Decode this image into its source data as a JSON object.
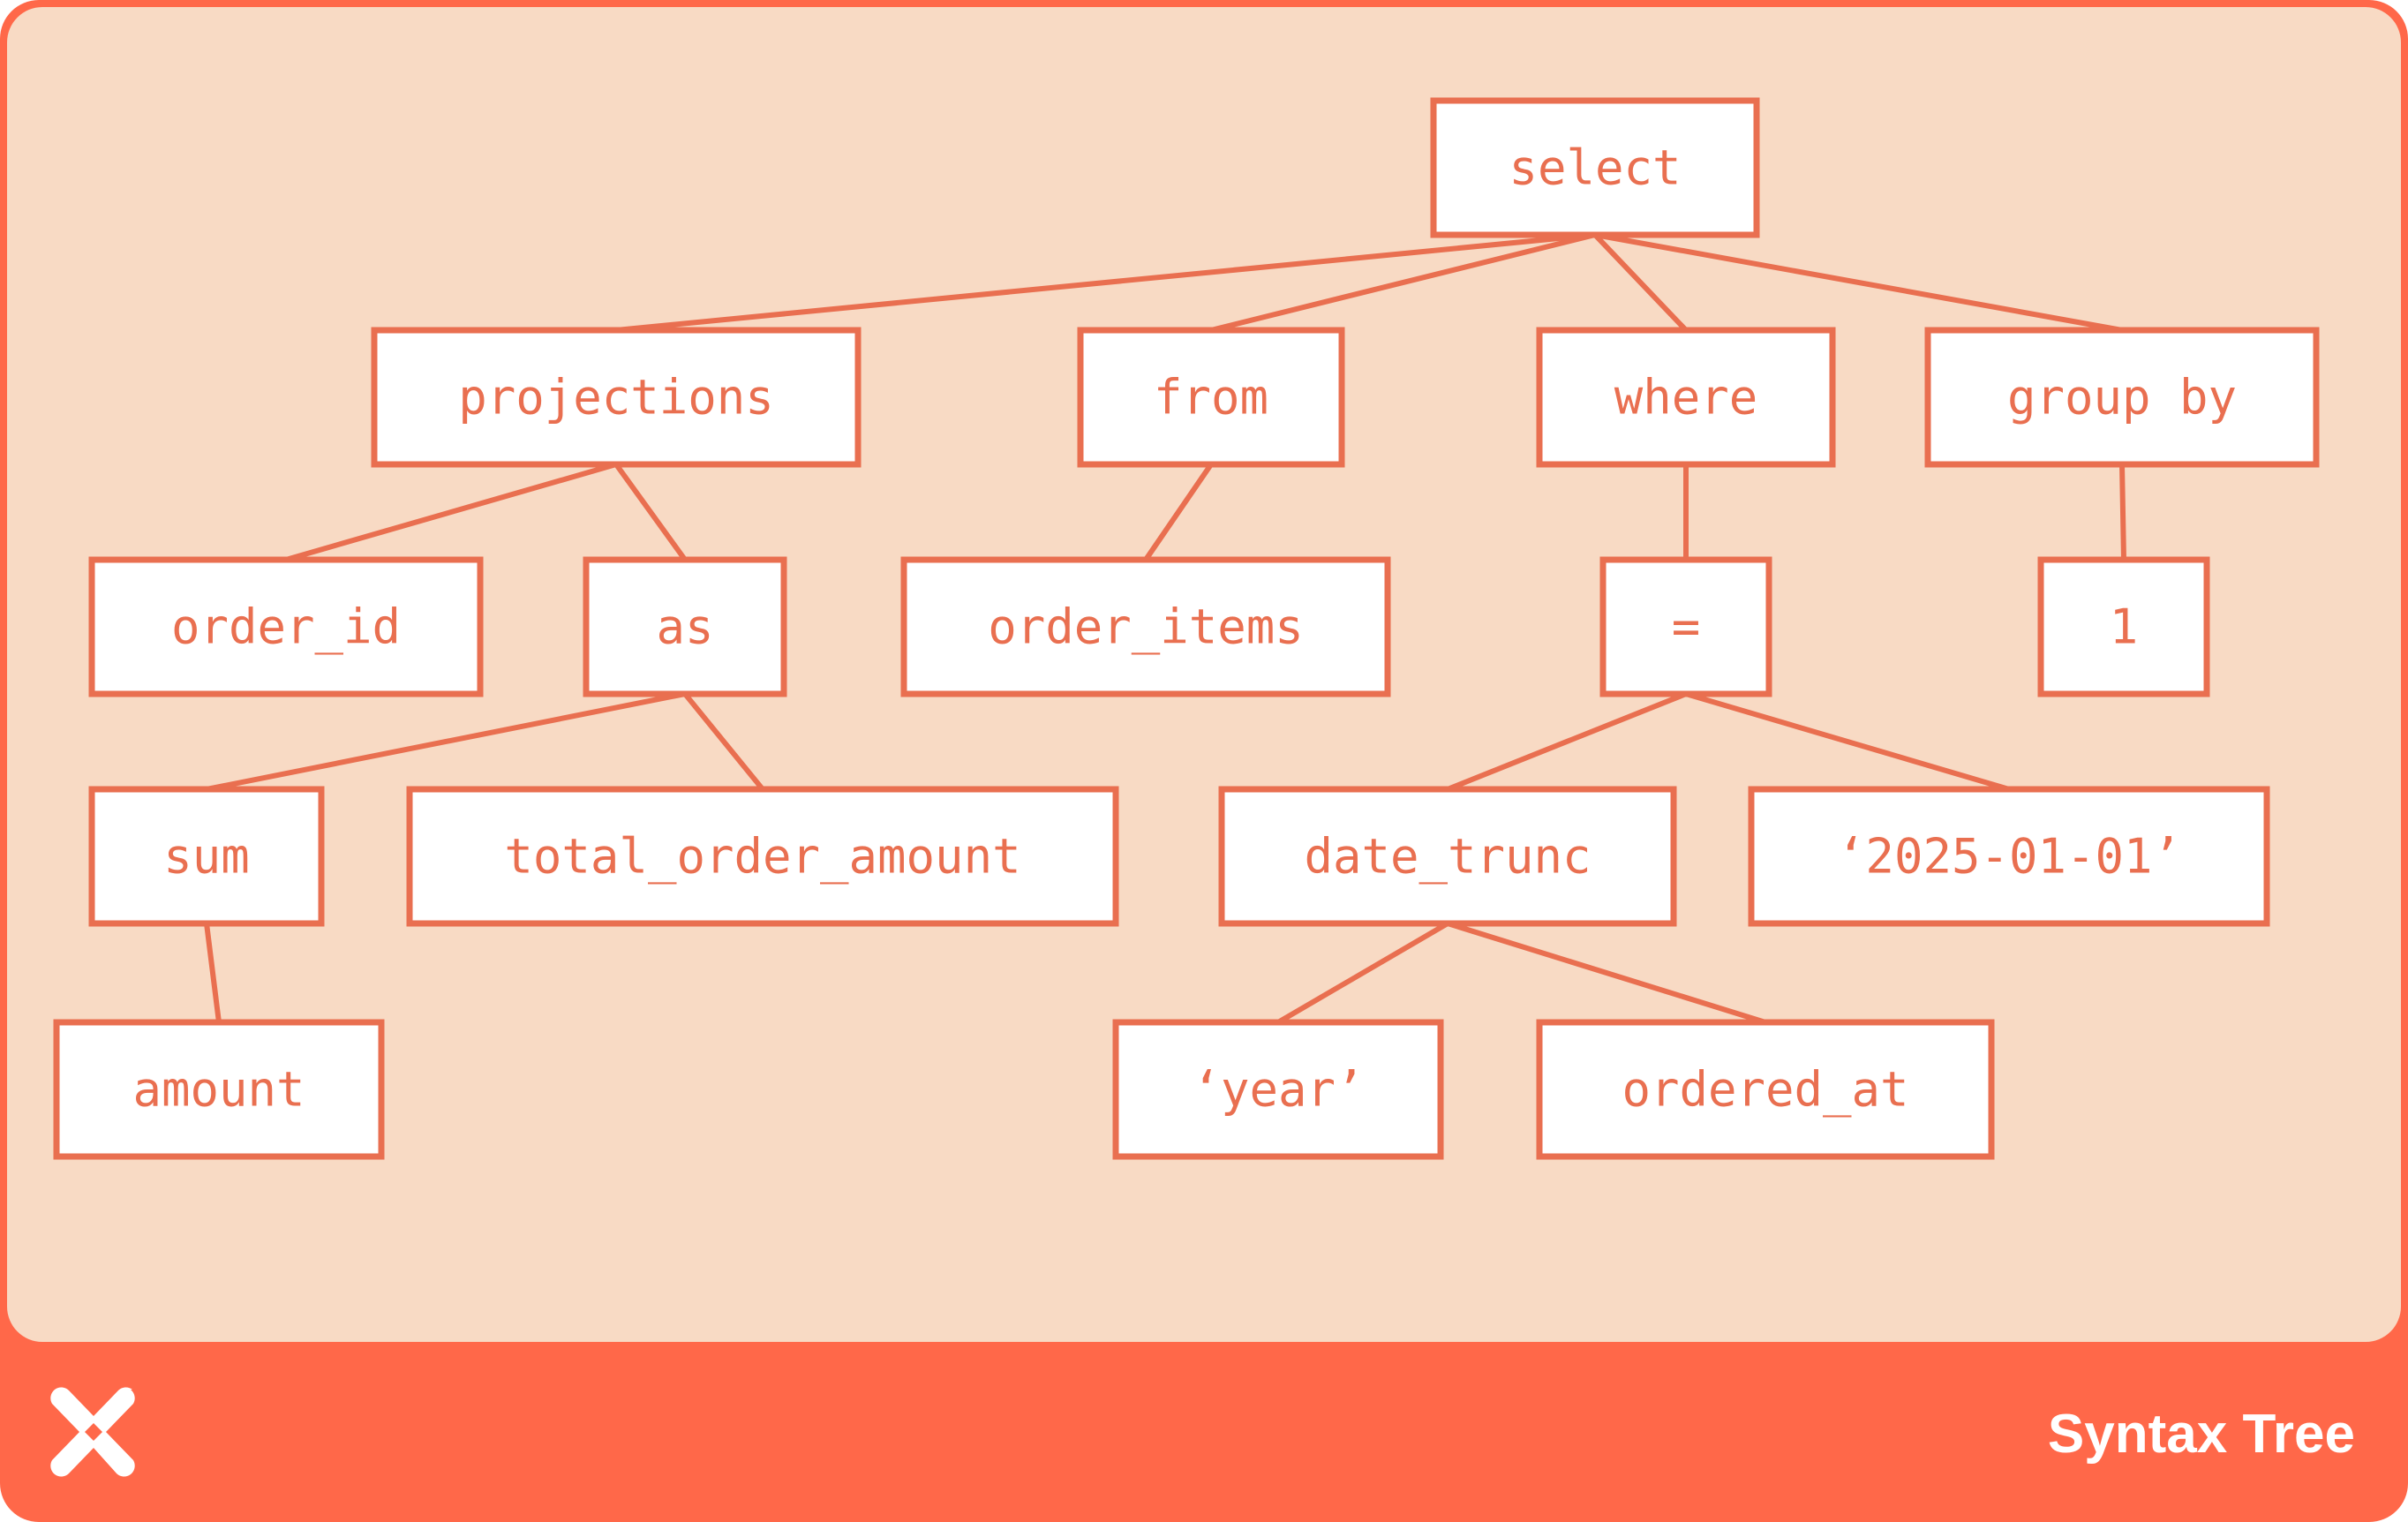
{
  "footer": {
    "title": "Syntax Tree",
    "logo_icon": "dbt-logo-icon"
  },
  "colors": {
    "accent": "#ff6849",
    "panel": "#f8dac4",
    "stroke": "#e96f50",
    "node_fill": "#ffffff"
  },
  "tree": {
    "nodes": [
      {
        "id": "select",
        "label": "select"
      },
      {
        "id": "projections",
        "label": "projections"
      },
      {
        "id": "from",
        "label": "from"
      },
      {
        "id": "where",
        "label": "where"
      },
      {
        "id": "group_by",
        "label": "group by"
      },
      {
        "id": "order_id",
        "label": "order_id"
      },
      {
        "id": "as",
        "label": "as"
      },
      {
        "id": "order_items",
        "label": "order_items"
      },
      {
        "id": "eq",
        "label": "="
      },
      {
        "id": "one",
        "label": "1"
      },
      {
        "id": "sum",
        "label": "sum"
      },
      {
        "id": "total_order_amount",
        "label": "total_order_amount"
      },
      {
        "id": "date_trunc",
        "label": "date_trunc"
      },
      {
        "id": "date_literal",
        "label": "‘2025-01-01’"
      },
      {
        "id": "amount",
        "label": "amount"
      },
      {
        "id": "year",
        "label": "‘year’"
      },
      {
        "id": "ordered_at",
        "label": "ordered_at"
      }
    ],
    "edges": [
      [
        "select",
        "projections"
      ],
      [
        "select",
        "from"
      ],
      [
        "select",
        "where"
      ],
      [
        "select",
        "group_by"
      ],
      [
        "projections",
        "order_id"
      ],
      [
        "projections",
        "as"
      ],
      [
        "from",
        "order_items"
      ],
      [
        "where",
        "eq"
      ],
      [
        "group_by",
        "one"
      ],
      [
        "as",
        "sum"
      ],
      [
        "as",
        "total_order_amount"
      ],
      [
        "eq",
        "date_trunc"
      ],
      [
        "eq",
        "date_literal"
      ],
      [
        "sum",
        "amount"
      ],
      [
        "date_trunc",
        "year"
      ],
      [
        "date_trunc",
        "ordered_at"
      ]
    ]
  }
}
